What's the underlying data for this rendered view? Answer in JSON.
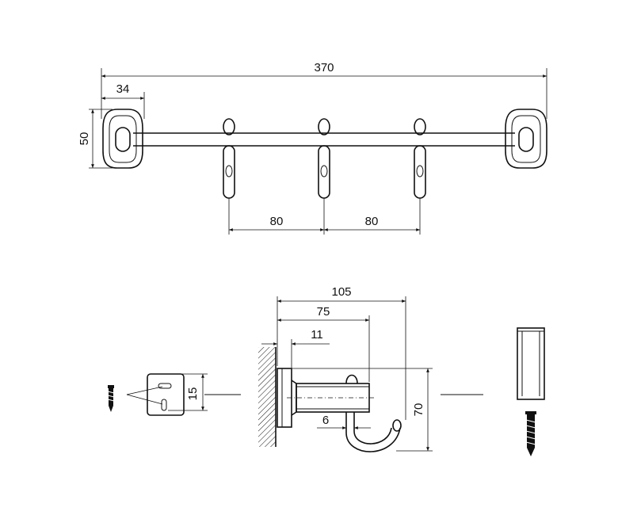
{
  "dimensions": {
    "overall_length": "370",
    "bracket_width": "34",
    "bracket_height": "50",
    "hook_spacing_left": "80",
    "hook_spacing_right": "80",
    "side_total_depth": "105",
    "side_hook_depth": "75",
    "side_flange": "11",
    "plate_slot_spacing": "15",
    "side_height": "70",
    "hook_gap": "6"
  },
  "icons": {
    "screw": "screw-icon",
    "dowel": "wall-plug-icon",
    "wall": "wall-hatch-icon"
  },
  "colors": {
    "line": "#111111",
    "background": "#ffffff"
  }
}
